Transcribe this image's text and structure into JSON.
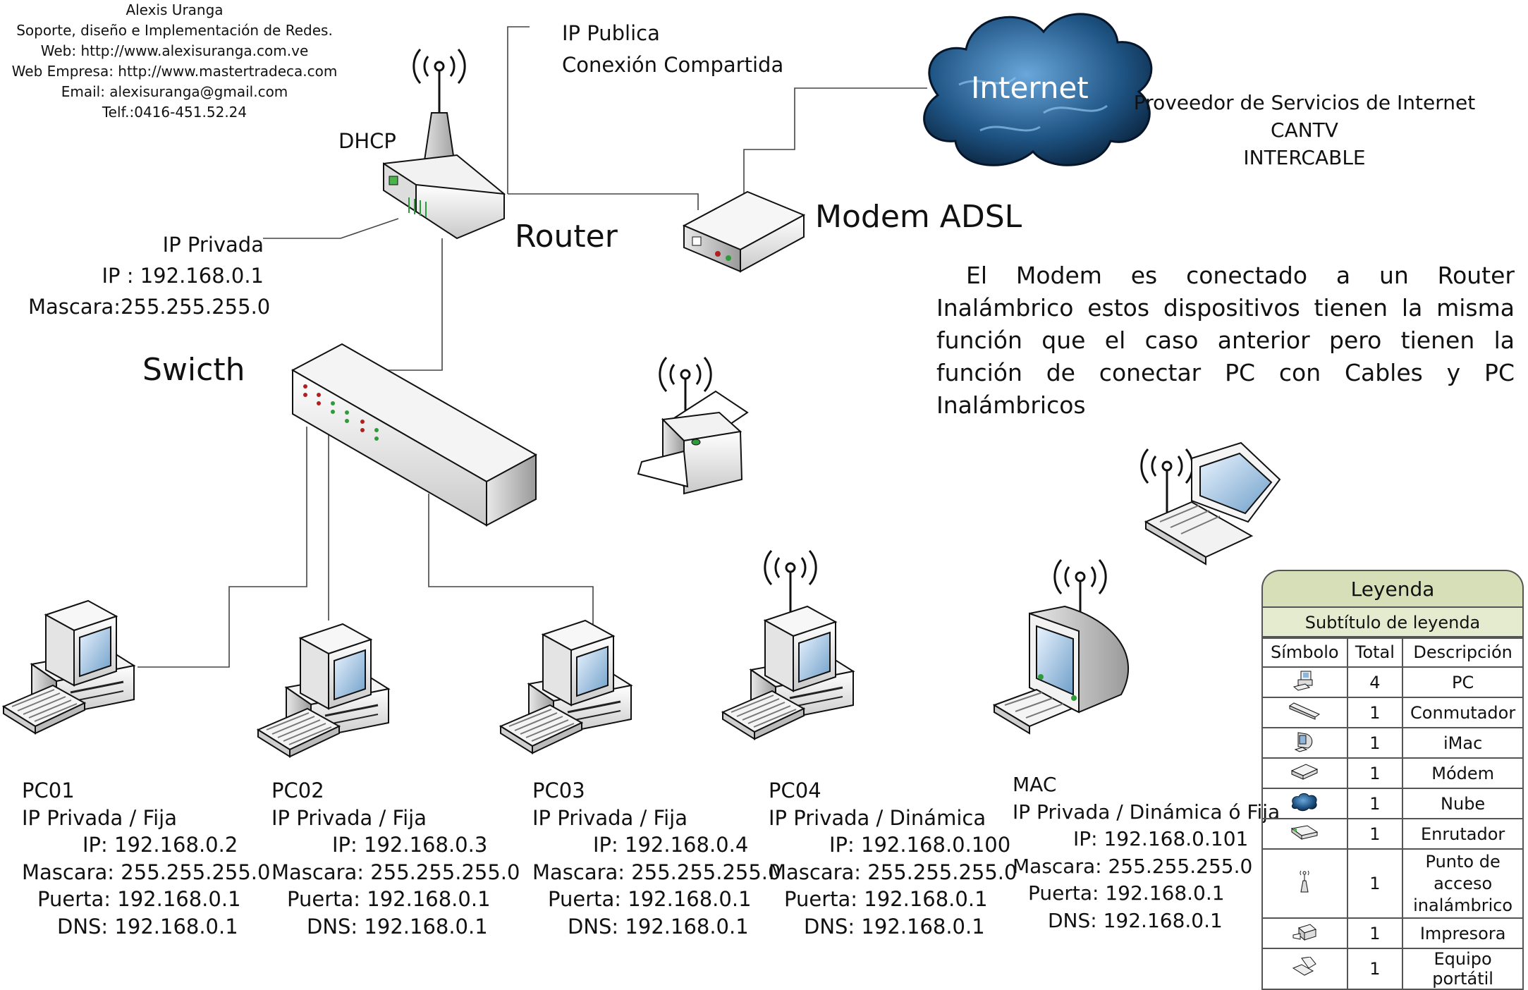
{
  "credits": {
    "name": "Alexis Uranga",
    "role": "Soporte, diseño e Implementación de Redes.",
    "web": "Web: http://www.alexisuranga.com.ve",
    "web_company": "Web Empresa: http://www.mastertradeca.com",
    "email": "Email: alexisuranga@gmail.com",
    "phone": "Telf.:0416-451.52.24"
  },
  "labels": {
    "ip_publica": "IP Publica",
    "conexion": "Conexión Compartida",
    "dhcp": "DHCP",
    "router": "Router",
    "modem": "Modem ADSL",
    "internet": "Internet",
    "switch": "Swicth",
    "isp_line1": "Proveedor de Servicios de Internet",
    "isp_line2": "CANTV",
    "isp_line3": "INTERCABLE"
  },
  "router_info": {
    "ip_privada": "IP Privada",
    "ip": "IP : 192.168.0.1",
    "mascara": "Mascara:255.255.255.0"
  },
  "description": "El Modem es conectado a un Router Inalámbrico estos dispositivos tienen la misma función que el caso anterior pero tienen la función de conectar PC con Cables y PC Inalámbricos",
  "computers": [
    {
      "name": "PC01",
      "type": "IP Privada / Fija",
      "ip": "IP: 192.168.0.2",
      "mask": "Mascara: 255.255.255.0",
      "gw": "Puerta: 192.168.0.1",
      "dns": "DNS: 192.168.0.1"
    },
    {
      "name": "PC02",
      "type": "IP Privada / Fija",
      "ip": "IP: 192.168.0.3",
      "mask": "Mascara: 255.255.255.0",
      "gw": "Puerta: 192.168.0.1",
      "dns": "DNS: 192.168.0.1"
    },
    {
      "name": "PC03",
      "type": "IP Privada / Fija",
      "ip": "IP: 192.168.0.4",
      "mask": "Mascara: 255.255.255.0",
      "gw": "Puerta: 192.168.0.1",
      "dns": "DNS: 192.168.0.1"
    },
    {
      "name": "PC04",
      "type": "IP Privada / Dinámica",
      "ip": "IP: 192.168.0.100",
      "mask": "Mascara: 255.255.255.0",
      "gw": "Puerta: 192.168.0.1",
      "dns": "DNS: 192.168.0.1"
    },
    {
      "name": "MAC",
      "type": "IP Privada / Dinámica ó Fija",
      "ip": "IP: 192.168.0.101",
      "mask": "Mascara: 255.255.255.0",
      "gw": "Puerta: 192.168.0.1",
      "dns": "DNS: 192.168.0.1"
    }
  ],
  "legend": {
    "title": "Leyenda",
    "subtitle": "Subtítulo de leyenda",
    "headers": [
      "Símbolo",
      "Total",
      "Descripción"
    ],
    "rows": [
      {
        "icon": "pc-icon",
        "total": "4",
        "desc": "PC"
      },
      {
        "icon": "switch-icon",
        "total": "1",
        "desc": "Conmutador"
      },
      {
        "icon": "imac-icon",
        "total": "1",
        "desc": "iMac"
      },
      {
        "icon": "modem-icon",
        "total": "1",
        "desc": "Módem"
      },
      {
        "icon": "cloud-icon",
        "total": "1",
        "desc": "Nube"
      },
      {
        "icon": "router-icon",
        "total": "1",
        "desc": "Enrutador"
      },
      {
        "icon": "access-point-icon",
        "total": "1",
        "desc": "Punto de acceso inalámbrico"
      },
      {
        "icon": "printer-icon",
        "total": "1",
        "desc": "Impresora"
      },
      {
        "icon": "laptop-icon",
        "total": "1",
        "desc": "Equipo portátil"
      }
    ]
  },
  "colors": {
    "legend_header": "#d7dfb9",
    "legend_sub": "#e5ebcf",
    "cloud_dark": "#0b2a4a",
    "cloud_light": "#4d8ec4",
    "led_green": "#2e9b3a",
    "led_red": "#b02020"
  }
}
